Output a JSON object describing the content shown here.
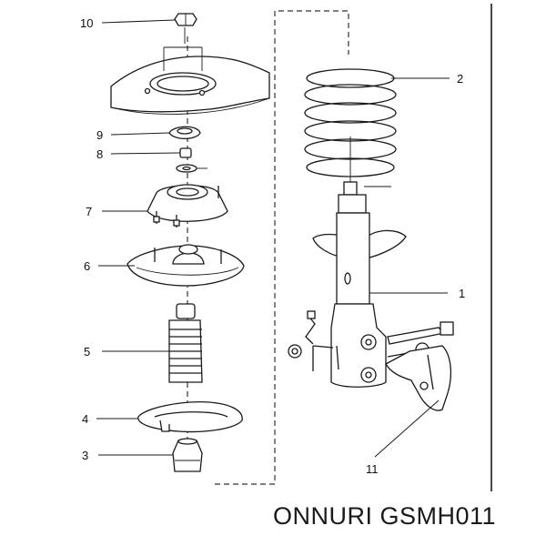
{
  "diagram": {
    "callouts": [
      {
        "id": "10",
        "label": "10"
      },
      {
        "id": "9",
        "label": "9"
      },
      {
        "id": "8",
        "label": "8"
      },
      {
        "id": "7",
        "label": "7"
      },
      {
        "id": "6",
        "label": "6"
      },
      {
        "id": "5",
        "label": "5"
      },
      {
        "id": "4",
        "label": "4"
      },
      {
        "id": "3",
        "label": "3"
      },
      {
        "id": "2",
        "label": "2"
      },
      {
        "id": "1",
        "label": "1"
      },
      {
        "id": "11",
        "label": "11"
      }
    ]
  },
  "footer": {
    "brand_text": "ONNURI GSMH011"
  },
  "colors": {
    "ink": "#1a1a1a",
    "background": "#ffffff"
  }
}
